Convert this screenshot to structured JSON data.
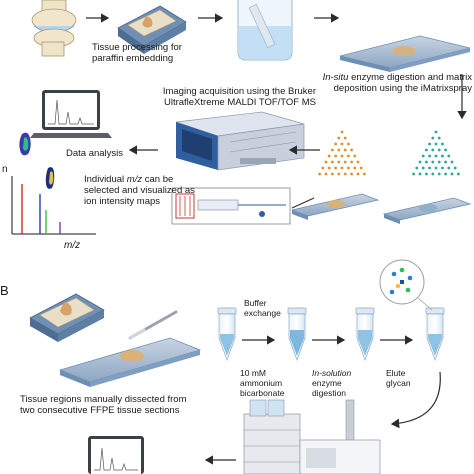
{
  "panel_a": {
    "tissue_processing": "Tissue processing for paraffin embedding",
    "in_situ_prefix": "In-situ",
    "in_situ_rest": " enzyme digestion and matrix deposition using the iMatrixspray",
    "imaging": "Imaging acquisition using the Bruker UltrafleXtreme MALDI TOF/TOF MS",
    "data_analysis": "Data analysis",
    "individual_prefix": "Individual ",
    "individual_mz": "m/z",
    "individual_rest": " can be selected and visualized as ion intensity maps",
    "axis_y": "n",
    "axis_x": "m/z"
  },
  "panel_b": {
    "letter": "B",
    "buffer_exchange": "Buffer exchange",
    "ammonium": "10 mM ammonium bicarbonate",
    "in_solution_prefix": "In-solution",
    "in_solution_rest": " enzyme digestion",
    "elute": "Elute glycan",
    "dissected": "Tissue regions manually dissected from two consecutive FFPE tissue sections"
  },
  "colors": {
    "arrow": "#2b2b2b",
    "slide_blue": "#6b8fb5",
    "tissue_tan": "#d9b27a",
    "liquid_blue": "#8fc3e6",
    "instrument_blue": "#2f5f9e",
    "matrix_orange": "#d8922f",
    "matrix_teal": "#2aa79b"
  }
}
